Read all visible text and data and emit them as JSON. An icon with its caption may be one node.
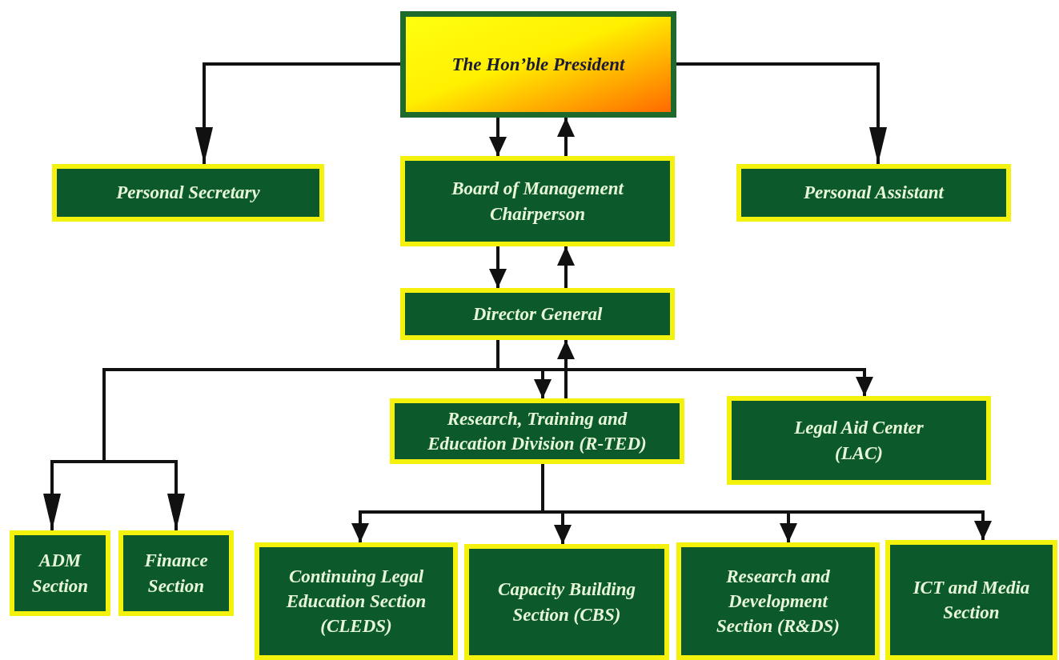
{
  "diagram": {
    "nodes": [
      {
        "text": [
          "The Hon’ble President"
        ]
      },
      {
        "text": [
          "Personal Secretary"
        ]
      },
      {
        "text": [
          "Board of Management Chairperson"
        ]
      },
      {
        "text": [
          "Personal Assistant"
        ]
      },
      {
        "text": [
          "Director General"
        ]
      },
      {
        "text": [
          "Research, Training and Education Division (R-TED)"
        ]
      },
      {
        "text": [
          "Legal Aid Center (LAC)"
        ]
      },
      {
        "text": [
          "ADM Section"
        ]
      },
      {
        "text": [
          "Finance Section"
        ]
      },
      {
        "text": [
          "Continuing Legal Education Section (CLEDS)"
        ]
      },
      {
        "text": [
          "Capacity Building Section (CBS)"
        ]
      },
      {
        "text": [
          "Research and Development Section (R&DS)"
        ]
      },
      {
        "text": [
          "ICT and Media Section"
        ]
      }
    ],
    "edges": [
      {
        "from": 0,
        "to": 1,
        "arrow": "to"
      },
      {
        "from": 0,
        "to": 3,
        "arrow": "to"
      },
      {
        "from": 0,
        "to": 2,
        "arrow": "to"
      },
      {
        "from": 2,
        "to": 0,
        "arrow": "to"
      },
      {
        "from": 2,
        "to": 4,
        "arrow": "to"
      },
      {
        "from": 4,
        "to": 2,
        "arrow": "to"
      },
      {
        "from": 4,
        "to": 5,
        "arrow": "to"
      },
      {
        "from": 4,
        "to": 6,
        "arrow": "to"
      },
      {
        "from": 4,
        "to": 7,
        "arrow": "to"
      },
      {
        "from": 4,
        "to": 8,
        "arrow": "to"
      },
      {
        "from": 5,
        "to": 4,
        "arrow": "to"
      },
      {
        "from": 5,
        "to": 9,
        "arrow": "to"
      },
      {
        "from": 5,
        "to": 10,
        "arrow": "to"
      },
      {
        "from": 5,
        "to": 11,
        "arrow": "to"
      },
      {
        "from": 5,
        "to": 12,
        "arrow": "to"
      }
    ]
  }
}
